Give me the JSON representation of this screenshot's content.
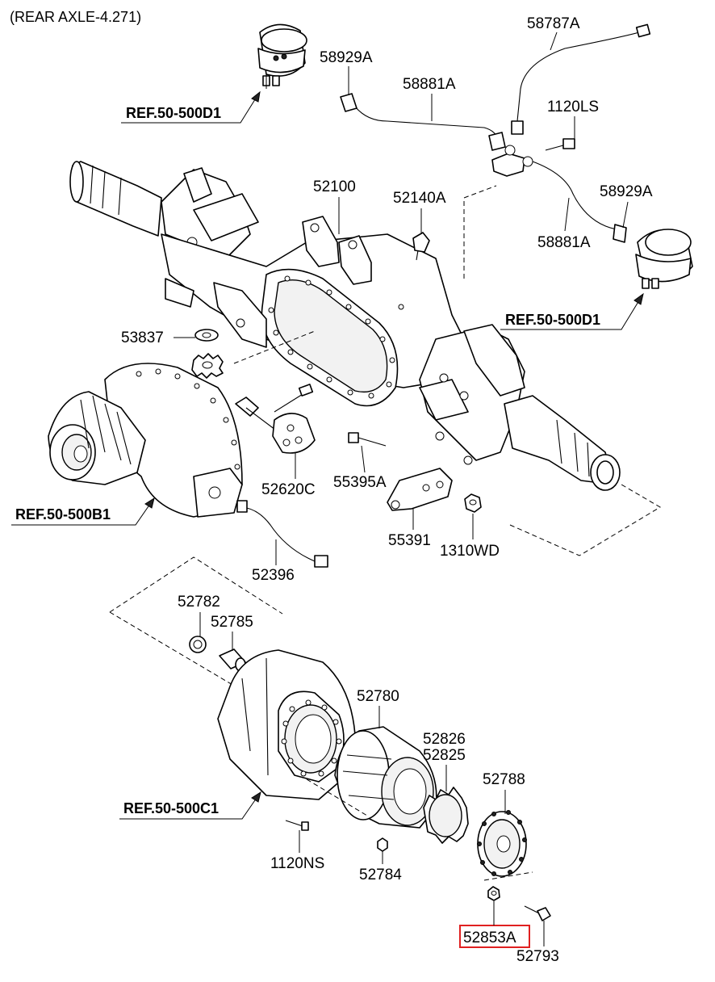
{
  "diagram": {
    "header": "(REAR AXLE-4.271)",
    "highlight_color": "#e02020",
    "parts": {
      "p58787A": "58787A",
      "p58929A_top": "58929A",
      "p58881A_top": "58881A",
      "p1120LS": "1120LS",
      "p52100": "52100",
      "p52140A": "52140A",
      "p58929A_right": "58929A",
      "p58881A_right": "58881A",
      "p53837": "53837",
      "p52620C": "52620C",
      "p55395A": "55395A",
      "p55391": "55391",
      "p1310WD": "1310WD",
      "p52396": "52396",
      "p52782": "52782",
      "p52785": "52785",
      "p52780": "52780",
      "p52826": "52826",
      "p52825": "52825",
      "p52788": "52788",
      "p1120NS": "1120NS",
      "p52784": "52784",
      "p52853A": "52853A",
      "p52793": "52793"
    },
    "refs": {
      "ref_top_left": "REF.50-500D1",
      "ref_right": "REF.50-500D1",
      "ref_left_diff": "REF.50-500B1",
      "ref_drum": "REF.50-500C1"
    },
    "highlighted_part": "52853A"
  }
}
